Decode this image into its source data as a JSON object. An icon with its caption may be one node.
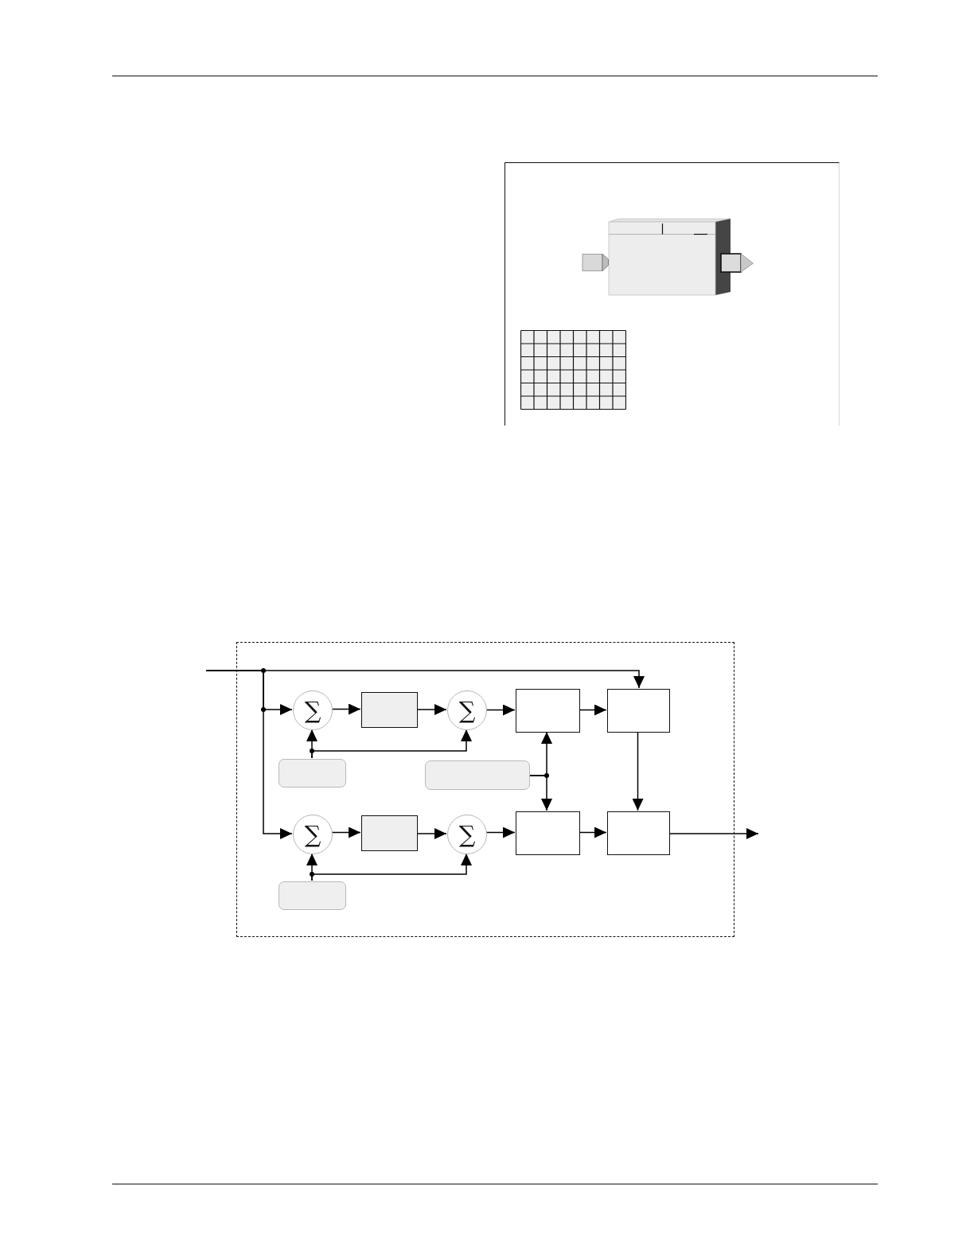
{
  "diagram": {
    "nodes": [
      {
        "text": [],
        "shape": "box"
      },
      {
        "text": [
          "∑"
        ],
        "in": 0
      },
      {
        "text": [],
        "shape": "box",
        "in": 0
      },
      {
        "text": [
          "∑"
        ],
        "in": 0
      },
      {
        "text": [],
        "shape": "box",
        "in": 0
      },
      {
        "text": [],
        "shape": "box",
        "in": 0
      },
      {
        "text": [],
        "shape": "box",
        "in": 0
      },
      {
        "text": [],
        "shape": "box",
        "in": 0
      },
      {
        "text": [
          "∑"
        ],
        "in": 0
      },
      {
        "text": [],
        "shape": "box",
        "in": 0
      },
      {
        "text": [
          "∑"
        ],
        "in": 0
      },
      {
        "text": [],
        "shape": "box",
        "in": 0
      },
      {
        "text": [],
        "shape": "box",
        "in": 0
      },
      {
        "text": [],
        "shape": "box",
        "in": 0
      }
    ],
    "edges": [
      {
        "from": null,
        "to": 5,
        "arrow": "to"
      },
      {
        "from": null,
        "to": 1,
        "arrow": "to"
      },
      {
        "from": null,
        "to": 8,
        "arrow": "to"
      },
      {
        "from": 1,
        "to": 2,
        "arrow": "to"
      },
      {
        "from": 2,
        "to": 3,
        "arrow": "to"
      },
      {
        "from": 3,
        "to": 4,
        "arrow": "to"
      },
      {
        "from": 4,
        "to": 5,
        "arrow": "to"
      },
      {
        "from": 6,
        "to": 1,
        "arrow": "to"
      },
      {
        "from": 6,
        "to": 3,
        "arrow": "to"
      },
      {
        "from": 7,
        "to": 4,
        "arrow": "to"
      },
      {
        "from": 7,
        "to": 11,
        "arrow": "to"
      },
      {
        "from": 5,
        "to": 12,
        "arrow": "to"
      },
      {
        "from": 8,
        "to": 9,
        "arrow": "to"
      },
      {
        "from": 9,
        "to": 10,
        "arrow": "to"
      },
      {
        "from": 10,
        "to": 11,
        "arrow": "to"
      },
      {
        "from": 11,
        "to": 12,
        "arrow": "to"
      },
      {
        "from": 13,
        "to": 8,
        "arrow": "to"
      },
      {
        "from": 13,
        "to": 10,
        "arrow": "to"
      },
      {
        "from": 12,
        "to": null,
        "arrow": "to"
      }
    ]
  }
}
